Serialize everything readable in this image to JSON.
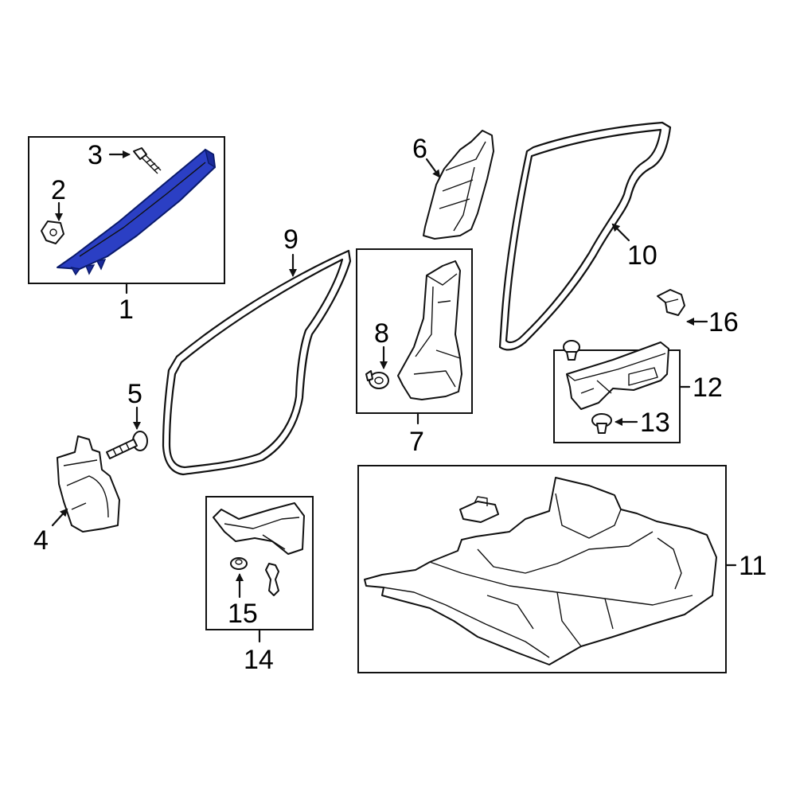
{
  "callouts": {
    "c1": "1",
    "c2": "2",
    "c3": "3",
    "c4": "4",
    "c5": "5",
    "c6": "6",
    "c7": "7",
    "c8": "8",
    "c9": "9",
    "c10": "10",
    "c11": "11",
    "c12": "12",
    "c13": "13",
    "c14": "14",
    "c15": "15",
    "c16": "16"
  },
  "colors": {
    "highlight_part": "#2b3fc4",
    "line": "#111111",
    "background": "#ffffff"
  }
}
